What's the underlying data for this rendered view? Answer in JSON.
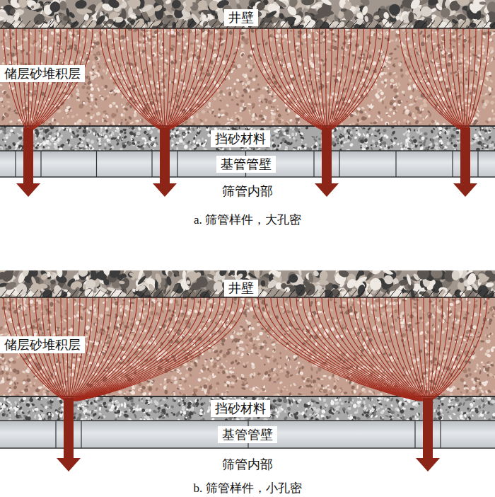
{
  "diagram": {
    "nodes": [
      {
        "text": [
          "井壁"
        ]
      },
      {
        "text": [
          "储层砂堆积层"
        ]
      },
      {
        "text": [
          "挡砂材料"
        ]
      },
      {
        "text": [
          "基管管壁"
        ]
      },
      {
        "text": [
          "井壁"
        ]
      },
      {
        "text": [
          "储层砂堆积层"
        ]
      },
      {
        "text": [
          "挡砂材料"
        ]
      },
      {
        "text": [
          "基管管壁"
        ]
      }
    ],
    "labels": [
      "筛管内部",
      "a. 筛管样件，大孔密",
      "筛管内部",
      "b. 筛管样件，小孔密"
    ]
  }
}
